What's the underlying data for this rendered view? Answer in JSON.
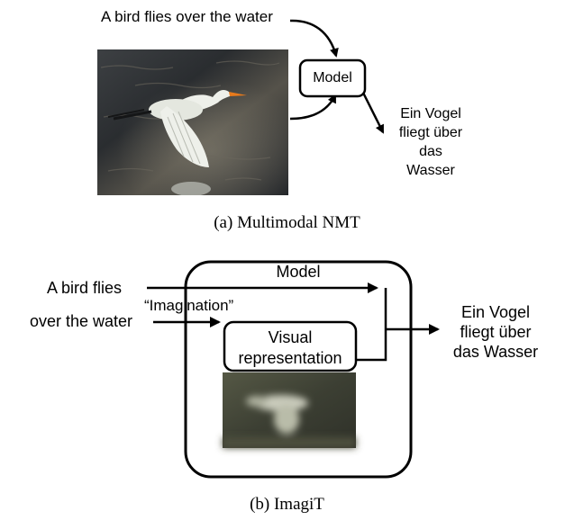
{
  "panel_a": {
    "input_text": "A bird flies over the water",
    "model_label": "Model",
    "output_lines": [
      "Ein Vogel",
      "fliegt über",
      "das",
      "Wasser"
    ],
    "caption": "(a)  Multimodal NMT"
  },
  "panel_b": {
    "input_line1": "A bird flies",
    "input_line2": "over the water",
    "model_label": "Model",
    "imagination_label": "“Imagination”",
    "visual_line1": "Visual",
    "visual_line2": "representation",
    "output_lines": [
      "Ein Vogel",
      "fliegt über",
      "das Wasser"
    ],
    "caption": "(b)  ImagiT"
  },
  "colors": {
    "photo_water_dark": "#2a2d30",
    "photo_water_mid": "#5d5a52",
    "egret_white": "#eef0ea",
    "beak_orange": "#e87a1c",
    "blurry_bg": "#3f4234",
    "blurry_bird": "#c9cbbb"
  },
  "icons": [
    "egret-photo",
    "blurred-bird-image"
  ]
}
